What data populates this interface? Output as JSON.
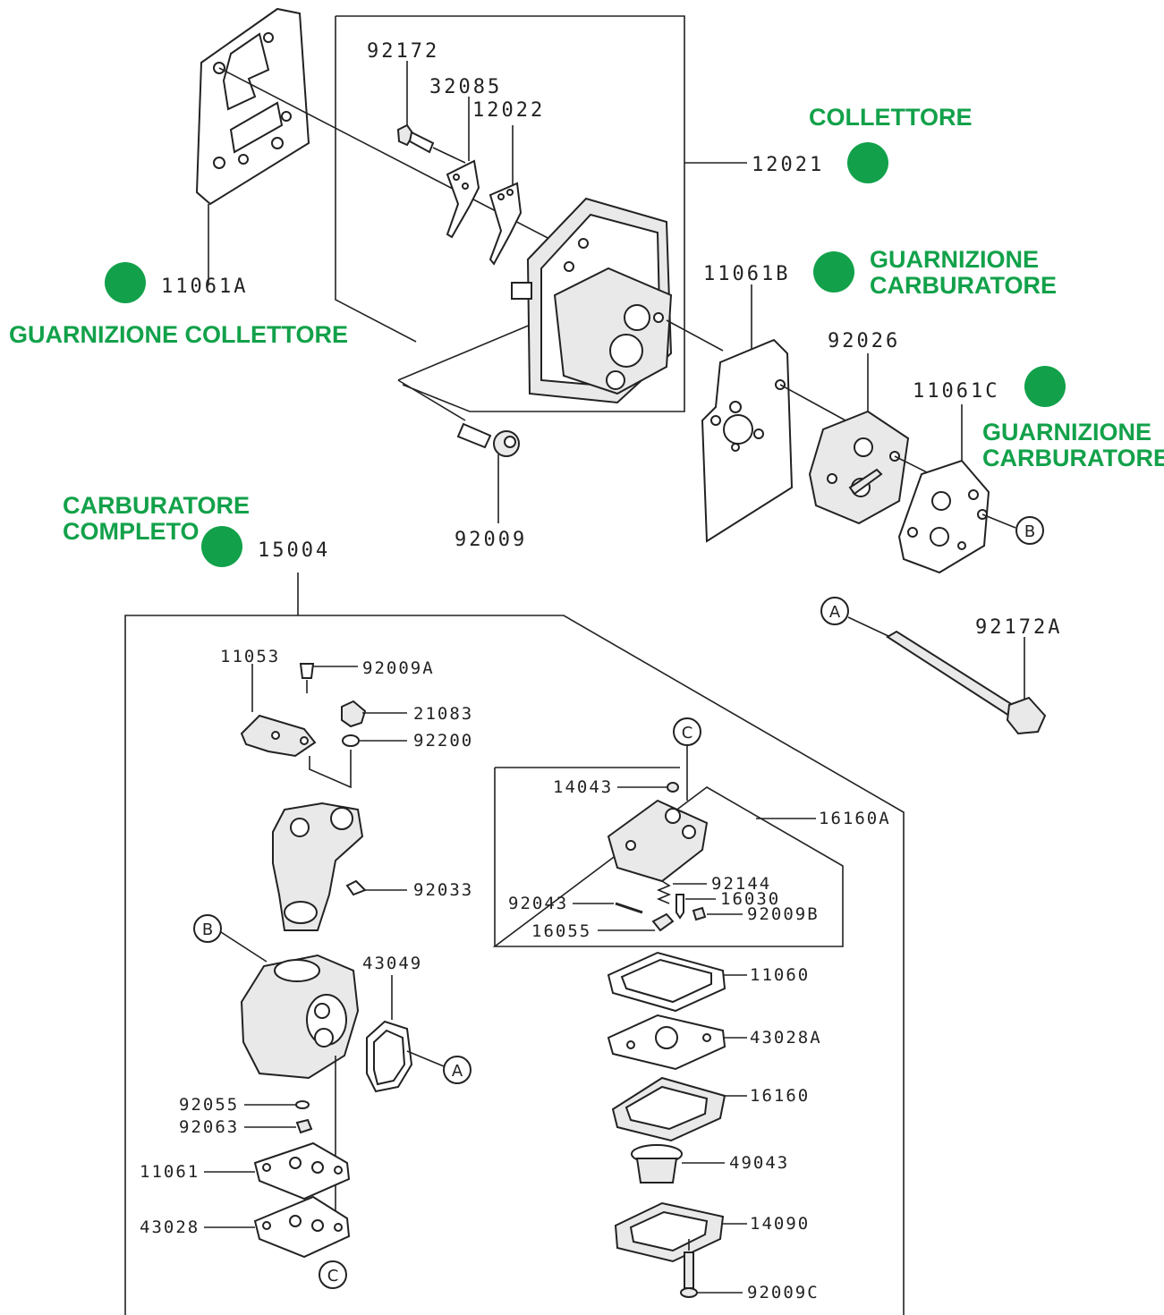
{
  "colors": {
    "callout": "#12a14a",
    "line": "#222222"
  },
  "callouts": {
    "collettore": "COLLETTORE",
    "guarnizione_collettore": "GUARNIZIONE COLLETTORE",
    "guarnizione_carburatore_b_1": "GUARNIZIONE",
    "guarnizione_carburatore_b_2": "CARBURATORE",
    "guarnizione_carburatore_c_1": "GUARNIZIONE",
    "guarnizione_carburatore_c_2": "CARBURATORE",
    "carburatore_completo_1": "CARBURATORE",
    "carburatore_completo_2": "COMPLETO"
  },
  "parts": {
    "p92172": "92172",
    "p32085": "32085",
    "p12022": "12022",
    "p12021": "12021",
    "p11061A": "11061A",
    "p11061B": "11061B",
    "p92026": "92026",
    "p11061C": "11061C",
    "p92009": "92009",
    "p15004": "15004",
    "p92172A": "92172A",
    "p11053": "11053",
    "p92009A": "92009A",
    "p21083": "21083",
    "p92200": "92200",
    "p92033": "92033",
    "p14043": "14043",
    "p16160A": "16160A",
    "p92144": "92144",
    "p16030": "16030",
    "p92043": "92043",
    "p92009B": "92009B",
    "p16055": "16055",
    "p43049": "43049",
    "p11060": "11060",
    "p43028A": "43028A",
    "p16160": "16160",
    "p92055": "92055",
    "p92063": "92063",
    "p49043": "49043",
    "p11061": "11061",
    "p43028": "43028",
    "p14090": "14090",
    "p92009C": "92009C"
  },
  "refs": {
    "a": "A",
    "b": "B",
    "c": "C"
  }
}
